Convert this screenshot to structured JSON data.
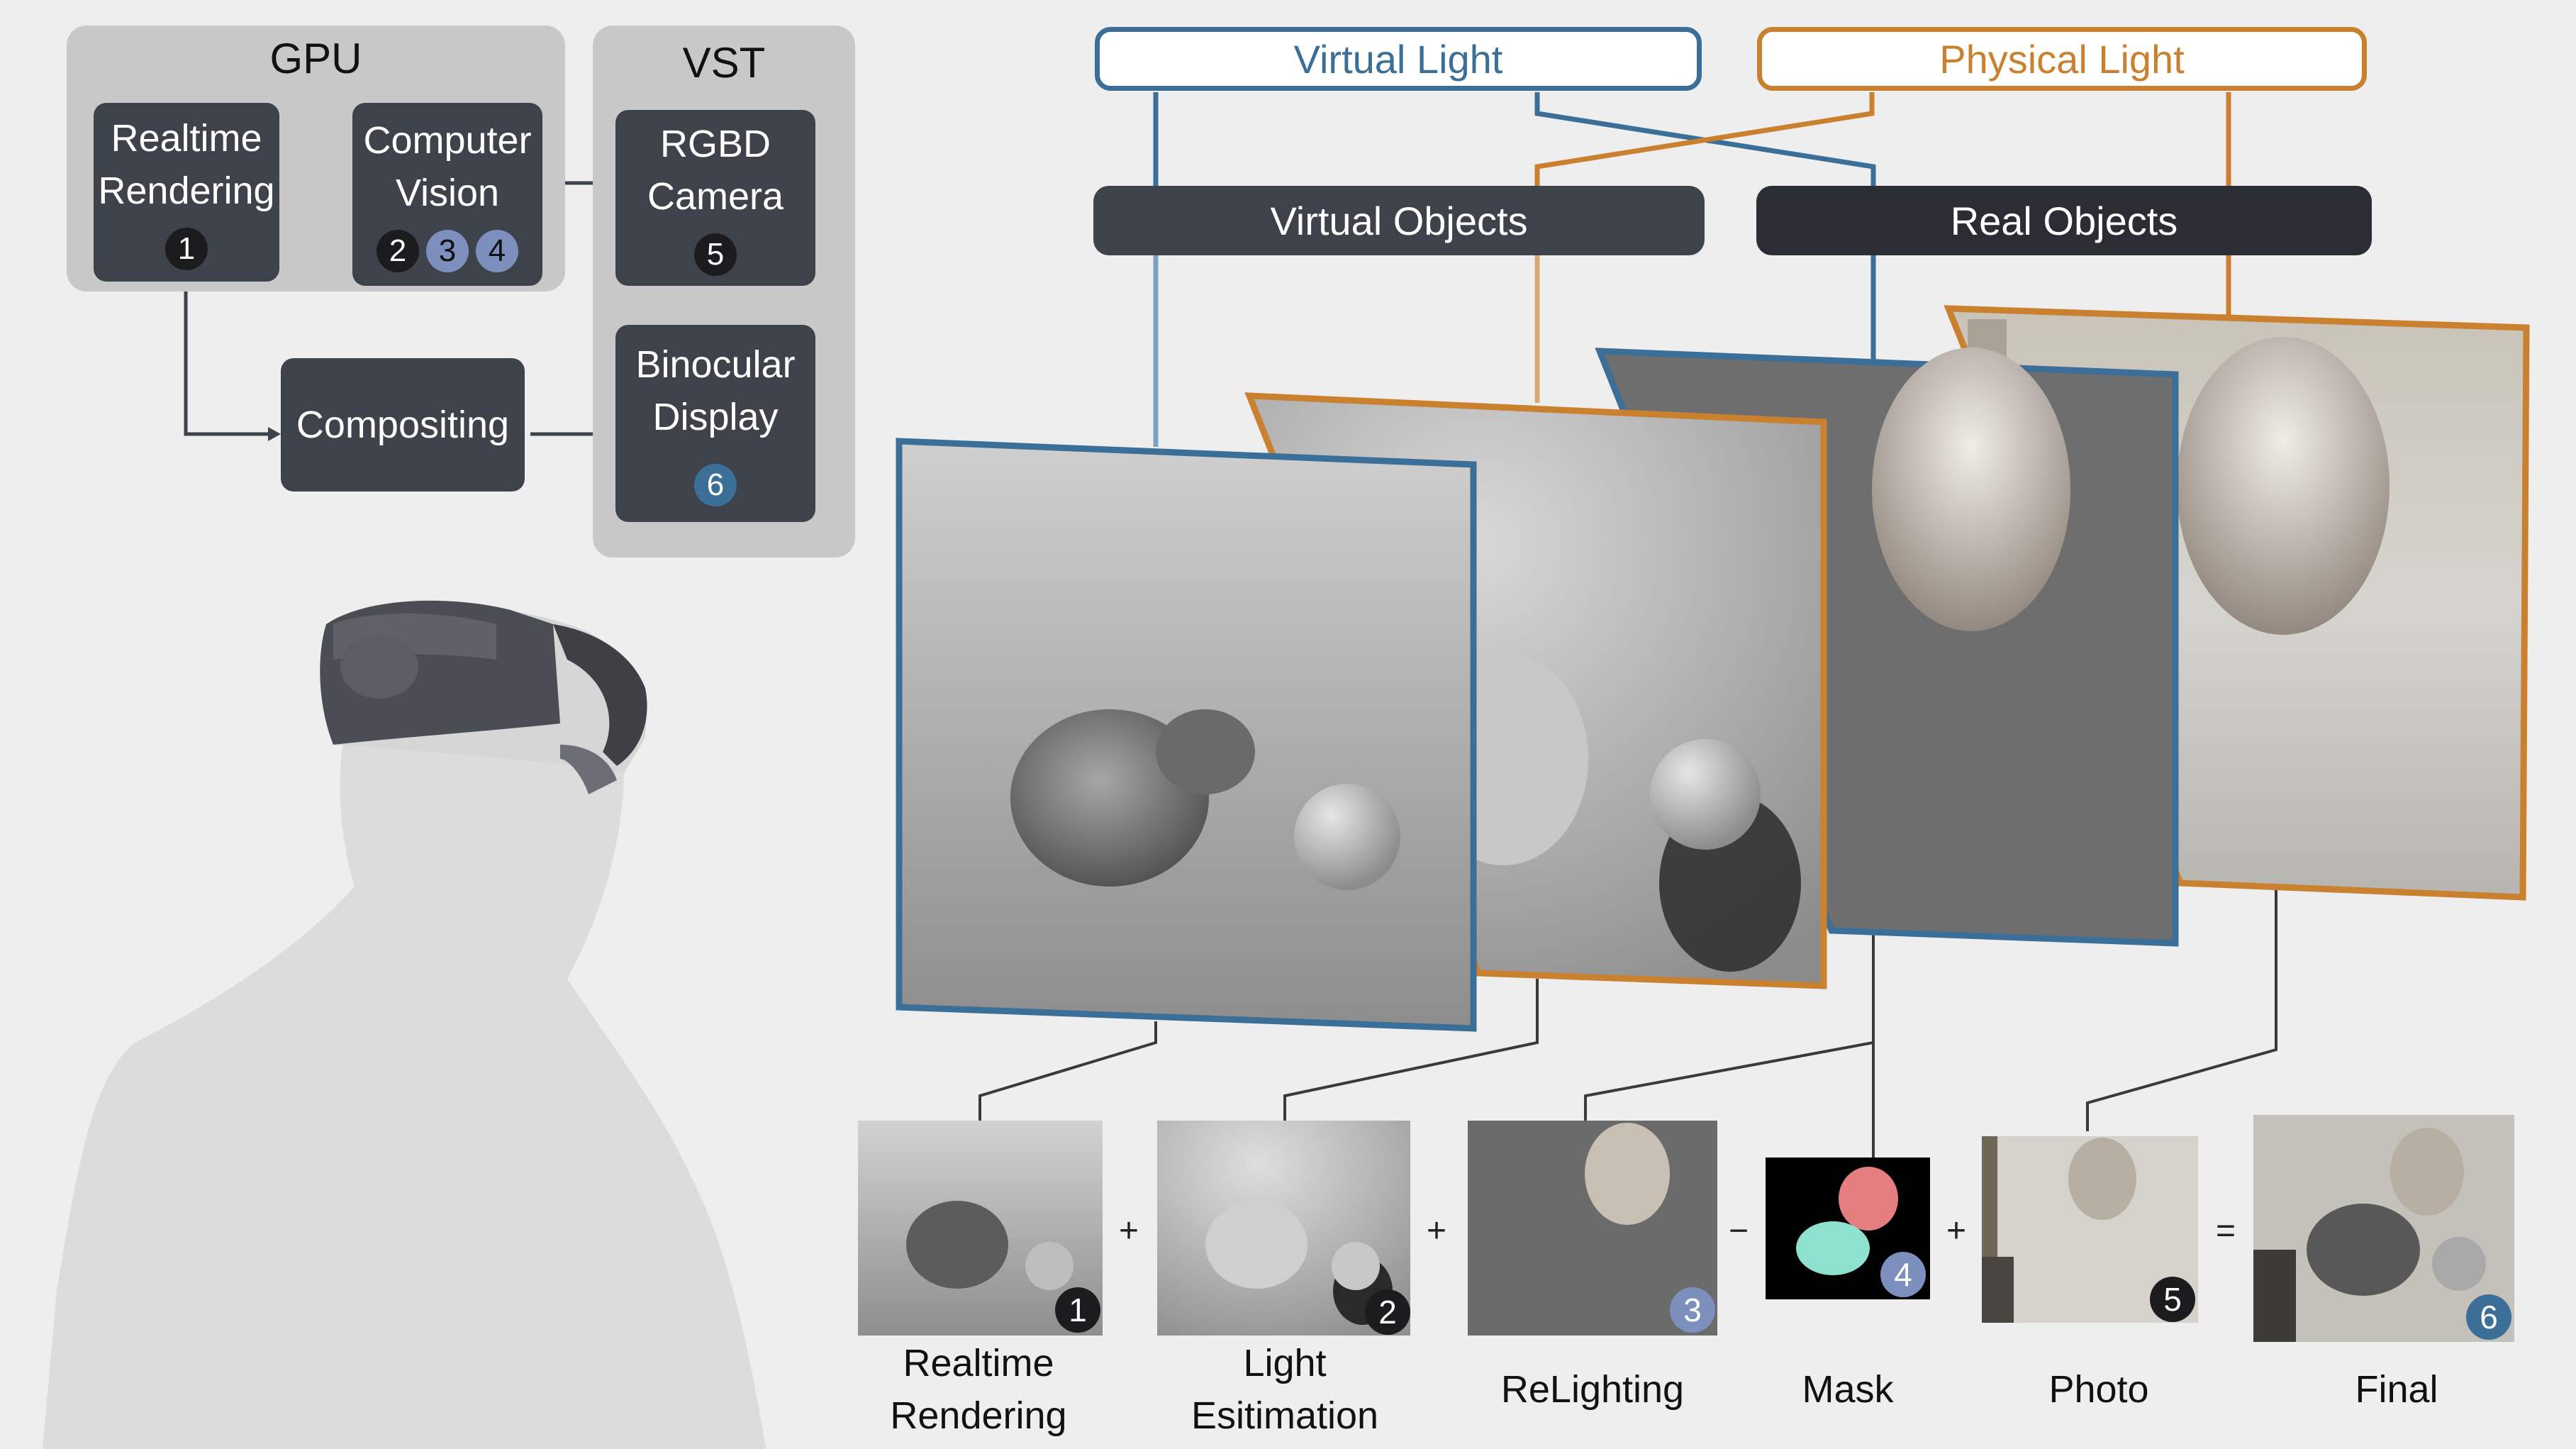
{
  "gpu": {
    "title": "GPU",
    "realtime": {
      "line1": "Realtime",
      "line2": "Rendering",
      "badges": [
        "1"
      ]
    },
    "cv": {
      "line1": "Computer",
      "line2": "Vision",
      "badges": [
        "2",
        "3",
        "4"
      ]
    }
  },
  "vst": {
    "title": "VST",
    "rgbd": {
      "line1": "RGBD",
      "line2": "Camera",
      "badges": [
        "5"
      ]
    },
    "display": {
      "line1": "Binocular",
      "line2": "Display",
      "badges": [
        "6"
      ]
    }
  },
  "compositing": "Compositing",
  "lights": {
    "virtual": "Virtual Light",
    "physical": "Physical Light"
  },
  "objects": {
    "virtual": "Virtual Objects",
    "real": "Real Objects"
  },
  "operators": [
    "+",
    "+",
    "−",
    "+",
    "="
  ],
  "thumbnails": [
    {
      "line1": "Realtime",
      "line2": "Rendering",
      "badge": "1"
    },
    {
      "line1": "Light",
      "line2": "Esitimation",
      "badge": "2"
    },
    {
      "line1": "ReLighting",
      "line2": "",
      "badge": "3"
    },
    {
      "line1": "Mask",
      "line2": "",
      "badge": "4"
    },
    {
      "line1": "Photo",
      "line2": "",
      "badge": "5"
    },
    {
      "line1": "Final",
      "line2": "",
      "badge": "6"
    }
  ],
  "colors": {
    "blue": "#3b6f97",
    "orange": "#c9802f",
    "dark": "#3e434b",
    "darker": "#2a2d33",
    "lavender": "#7c8fbd",
    "mask_pink": "#e57f7f",
    "mask_cyan": "#8ee0cf"
  },
  "icons": {
    "headset": "vr-headset-person-icon",
    "cat": "cat-icon",
    "sphere": "sphere-icon"
  }
}
